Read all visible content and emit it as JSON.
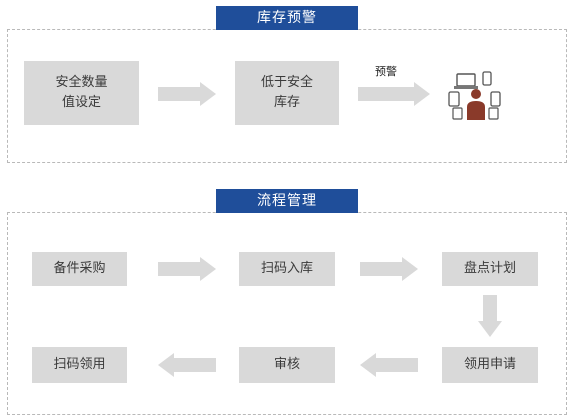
{
  "inventory_alert": {
    "title": "库存预警",
    "nodes": [
      {
        "label": "安全数量值设定",
        "line1": "安全数量",
        "line2": "值设定"
      },
      {
        "label": "低于安全库存",
        "line1": "低于安全",
        "line2": "库存"
      }
    ],
    "alert_label": "预警",
    "device_illustration": "devices-person-icon"
  },
  "process_management": {
    "title": "流程管理",
    "steps": [
      "备件采购",
      "扫码入库",
      "盘点计划",
      "领用申请",
      "审核",
      "扫码领用"
    ]
  },
  "colors": {
    "title_bg": "#1f4e9a",
    "node_bg": "#d9d9d9",
    "arrow": "#d9d9d9",
    "border": "#b9b9b9",
    "person": "#8a3a2a"
  }
}
